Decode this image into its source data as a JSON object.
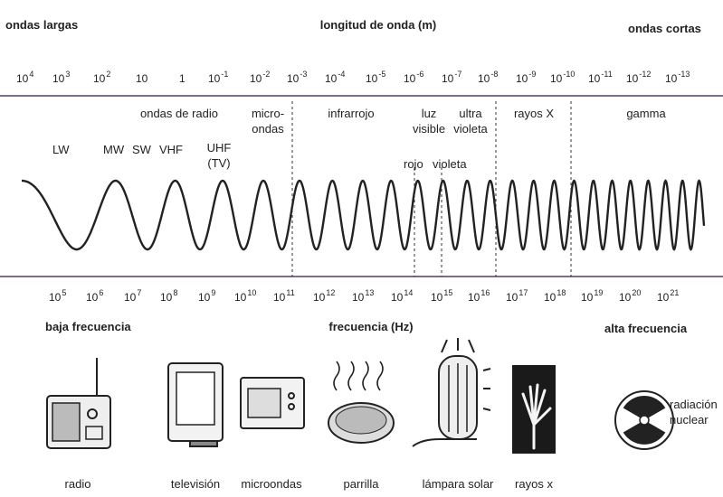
{
  "header": {
    "left": "ondas largas",
    "center": "longitud de onda (m)",
    "right": "ondas cortas"
  },
  "wavelength_scale": {
    "base": "10",
    "plain_labels": [
      "10",
      "1"
    ],
    "exponents": [
      "4",
      "3",
      "2",
      "-1",
      "-2",
      "-3",
      "-4",
      "-5",
      "-6",
      "-7",
      "-8",
      "-9",
      "-10",
      "-11",
      "-12",
      "-13"
    ]
  },
  "bands": {
    "radio": "ondas de radio",
    "micro": [
      "micro-",
      "ondas"
    ],
    "infrared": "infrarrojo",
    "visible": [
      "luz",
      "visible"
    ],
    "uv": [
      "ultra",
      "violeta"
    ],
    "xray": "rayos X",
    "gamma": "gamma",
    "lw": "LW",
    "mw": "MW",
    "sw": "SW",
    "vhf": "VHF",
    "uhf": [
      "UHF",
      "(TV)"
    ],
    "red": "rojo",
    "violet": "violeta"
  },
  "frequency_scale": {
    "base": "10",
    "exponents": [
      "5",
      "6",
      "7",
      "8",
      "9",
      "10",
      "11",
      "12",
      "13",
      "14",
      "15",
      "16",
      "17",
      "18",
      "19",
      "20",
      "21"
    ]
  },
  "footer": {
    "left": "baja frecuencia",
    "center": "frecuencia (Hz)",
    "right": "alta frecuencia"
  },
  "sources": {
    "radio": "radio",
    "tv": "televisión",
    "microwave": "microondas",
    "grill": "parrilla",
    "sunlamp": "lámpara solar",
    "xray": "rayos x",
    "nuclear": [
      "radiación",
      "nuclear"
    ]
  },
  "colors": {
    "ink": "#222222",
    "rule": "#7a6e8a"
  }
}
